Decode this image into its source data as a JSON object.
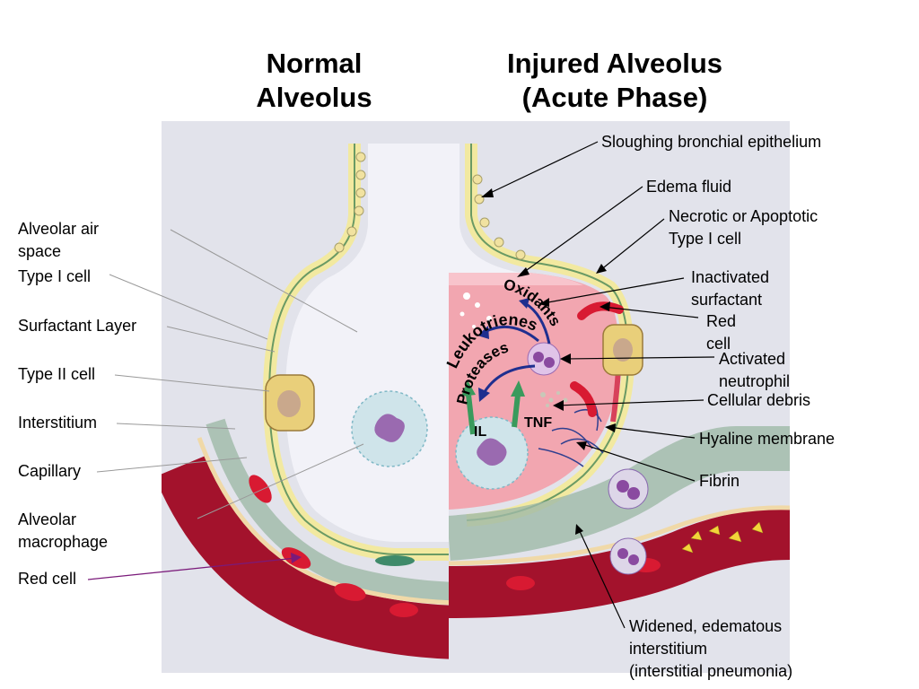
{
  "colors": {
    "panel_bg": "#e8e8ee",
    "airspace": "#f2f2f8",
    "edema": "#f2a6b0",
    "blood": "#a3122c",
    "blood_light": "#d7415a",
    "red_cell": "#d81a32",
    "type1_band": "#f5f0a8",
    "interstitium": "#9fb9a8",
    "capillary_wall": "#f0d9a8",
    "arrow_blue": "#1f2f8f",
    "arrow_green": "#3a9a5c",
    "leader_purple": "#7a1a7a"
  },
  "titles": {
    "normal": [
      "Normal",
      "Alveolus"
    ],
    "injured": [
      "Injured Alveolus",
      "(Acute Phase)"
    ]
  },
  "left_labels": {
    "alveolar_air_space": [
      "Alveolar air",
      "space"
    ],
    "type_i_cell": "Type I cell",
    "surfactant_layer": "Surfactant Layer",
    "type_ii_cell": "Type II cell",
    "interstitium": "Interstitium",
    "capillary": "Capillary",
    "alveolar_macrophage": [
      "Alveolar",
      "macrophage"
    ],
    "red_cell": "Red cell"
  },
  "right_labels": {
    "sloughing": "Sloughing bronchial epithelium",
    "edema_fluid": "Edema fluid",
    "necrotic": [
      "Necrotic or Apoptotic",
      "Type I cell"
    ],
    "inactivated_surfactant": [
      "Inactivated",
      "surfactant"
    ],
    "red_cell": [
      "Red",
      "cell"
    ],
    "activated_neutrophil": [
      "Activated",
      "neutrophil"
    ],
    "cellular_debris": "Cellular debris",
    "hyaline_membrane": "Hyaline membrane",
    "fibrin": "Fibrin",
    "widened_interstitium": [
      "Widened, edematous",
      "interstitium",
      "(interstitial pneumonia)"
    ]
  },
  "inner_labels": {
    "oxidants": "Oxidants",
    "leukotrienes": "Leukotrienes",
    "proteases": "Proteases",
    "il": "IL",
    "tnf": "TNF"
  }
}
